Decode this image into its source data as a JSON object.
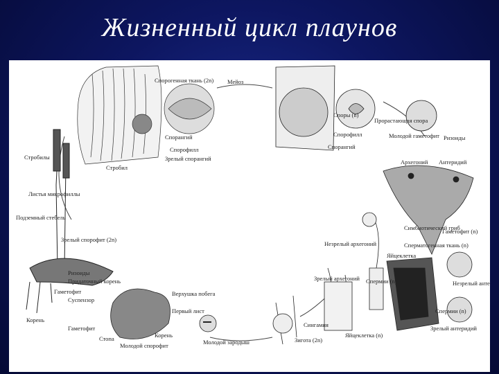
{
  "title": "Жизненный цикл плаунов",
  "labels": {
    "sporogenous_tissue": "Спорогенная ткань (2n)",
    "meiosis": "Мейоз",
    "sporangium": "Спорангий",
    "sporophyll": "Спорофилл",
    "mature_sporangium": "Зрелый спорангий",
    "strobil": "Стробил",
    "strobili": "Стробилы",
    "leaves_microphylls": "Листья микрофиллы",
    "underground_stem": "Подземный стебель",
    "mature_sporophyte": "Зрелый спорофит (2n)",
    "rhizoids_left": "Ризоиды",
    "adventitious_root": "Придаточный корень",
    "gametophyte_left": "Гаметофит",
    "suspensor": "Суспензор",
    "root_left": "Корень",
    "spores": "Споры (n)",
    "spore_germination": "Прорастающая спора",
    "sporophyll_top": "Спорофилл",
    "sporangium_top": "Спорангий",
    "young_gametophyte": "Молодой гаметофит",
    "rhizoids_right": "Ризоиды",
    "archegonium": "Архегоний",
    "antheridium": "Антеридий",
    "symbiotic_fungus": "Симбиотический гриб",
    "gametophyte_n": "Гаметофит (n)",
    "spermatogenous_tissue": "Сперматогенная ткань (n)",
    "immature_archegonium": "Незрелый архегоний",
    "egg_cell": "Яйцеклетка",
    "mature_archegonium": "Зрелый архегоний",
    "spermatozoa": "Спермии (n)",
    "immature_antheridium": "Незрелый антеридий",
    "spermatozoa_2": "Спермии (n)",
    "mature_antheridium": "Зрелый антеридий",
    "syngamy": "Сингамия",
    "zygote": "Зигота (2n)",
    "egg_cell_n": "Яйцеклетка (n)",
    "young_embryo": "Молодой зародыш",
    "shoot_apex": "Верхушка побега",
    "first_leaf": "Первый лист",
    "root_bottom": "Корень",
    "gametophyte_bottom": "Гаметофит",
    "foot": "Стопа",
    "young_sporophyte": "Молодой спорофит"
  }
}
